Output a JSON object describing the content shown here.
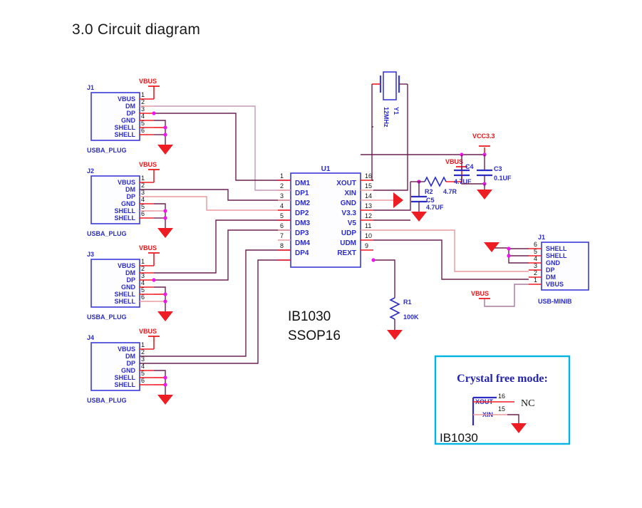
{
  "page": {
    "title": "3.0 Circuit diagram"
  },
  "nets": {
    "vbus": "VBUS",
    "vcc33": "VCC3.3"
  },
  "usba_connectors": [
    {
      "refdes": "J1",
      "footprint": "USBA_PLUG",
      "net_label": "VBUS",
      "pins": [
        {
          "num": "1",
          "name": "VBUS"
        },
        {
          "num": "2",
          "name": "DM"
        },
        {
          "num": "3",
          "name": "DP"
        },
        {
          "num": "4",
          "name": "GND"
        },
        {
          "num": "5",
          "name": "SHELL"
        },
        {
          "num": "6",
          "name": "SHELL"
        }
      ]
    },
    {
      "refdes": "J2",
      "footprint": "USBA_PLUG",
      "net_label": "VBUS",
      "pins": [
        {
          "num": "1",
          "name": "VBUS"
        },
        {
          "num": "2",
          "name": "DM"
        },
        {
          "num": "3",
          "name": "DP"
        },
        {
          "num": "4",
          "name": "GND"
        },
        {
          "num": "5",
          "name": "SHELL"
        },
        {
          "num": "6",
          "name": "SHELL"
        }
      ]
    },
    {
      "refdes": "J3",
      "footprint": "USBA_PLUG",
      "net_label": "VBUS",
      "pins": [
        {
          "num": "1",
          "name": "VBUS"
        },
        {
          "num": "2",
          "name": "DM"
        },
        {
          "num": "3",
          "name": "DP"
        },
        {
          "num": "4",
          "name": "GND"
        },
        {
          "num": "5",
          "name": "SHELL"
        },
        {
          "num": "6",
          "name": "SHELL"
        }
      ]
    },
    {
      "refdes": "J4",
      "footprint": "USBA_PLUG",
      "net_label": "VBUS",
      "pins": [
        {
          "num": "1",
          "name": "VBUS"
        },
        {
          "num": "2",
          "name": "DM"
        },
        {
          "num": "3",
          "name": "DP"
        },
        {
          "num": "4",
          "name": "GND"
        },
        {
          "num": "5",
          "name": "SHELL"
        },
        {
          "num": "6",
          "name": "SHELL"
        }
      ]
    }
  ],
  "ic": {
    "refdes": "U1",
    "part_number": "IB1030",
    "package": "SSOP16",
    "left_pins": [
      {
        "num": "1",
        "name": "DM1"
      },
      {
        "num": "2",
        "name": "DP1"
      },
      {
        "num": "3",
        "name": "DM2"
      },
      {
        "num": "4",
        "name": "DP2"
      },
      {
        "num": "5",
        "name": "DM3"
      },
      {
        "num": "6",
        "name": "DP3"
      },
      {
        "num": "7",
        "name": "DM4"
      },
      {
        "num": "8",
        "name": "DP4"
      }
    ],
    "right_pins": [
      {
        "num": "16",
        "name": "XOUT"
      },
      {
        "num": "15",
        "name": "XIN"
      },
      {
        "num": "14",
        "name": "GND"
      },
      {
        "num": "13",
        "name": "V3.3"
      },
      {
        "num": "12",
        "name": "V5"
      },
      {
        "num": "11",
        "name": "UDP"
      },
      {
        "num": "10",
        "name": "UDM"
      },
      {
        "num": "9",
        "name": "REXT"
      }
    ]
  },
  "crystal": {
    "refdes": "Y1",
    "value": "12MHz"
  },
  "passives": [
    {
      "refdes": "R1",
      "value": "100K"
    },
    {
      "refdes": "R2",
      "value": "4.7R"
    },
    {
      "refdes": "C3",
      "value": "0.1UF"
    },
    {
      "refdes": "C4",
      "value": "4.7UF"
    },
    {
      "refdes": "C5",
      "value": "4.7UF"
    }
  ],
  "minib_connector": {
    "refdes": "J1",
    "footprint": "USB-MINIB",
    "net_label": "VBUS",
    "pins": [
      {
        "num": "6",
        "name": "SHELL"
      },
      {
        "num": "5",
        "name": "SHELL"
      },
      {
        "num": "4",
        "name": "GND"
      },
      {
        "num": "3",
        "name": "DP"
      },
      {
        "num": "2",
        "name": "DM"
      },
      {
        "num": "1",
        "name": "VBUS"
      }
    ]
  },
  "note_box": {
    "title": "Crystal free mode:",
    "part": "IB1030",
    "nc_label": "NC",
    "pins": [
      {
        "num": "16",
        "name": "XOUT"
      },
      {
        "num": "15",
        "name": "XIN"
      }
    ]
  },
  "colors": {
    "wire_red": "#ee1c23",
    "wire_purple": "#6b2050",
    "symbol_blue": "#2b2bc6",
    "junction": "#ee15ee",
    "note_border": "#00b5e2",
    "net_label": "#e8161a"
  }
}
